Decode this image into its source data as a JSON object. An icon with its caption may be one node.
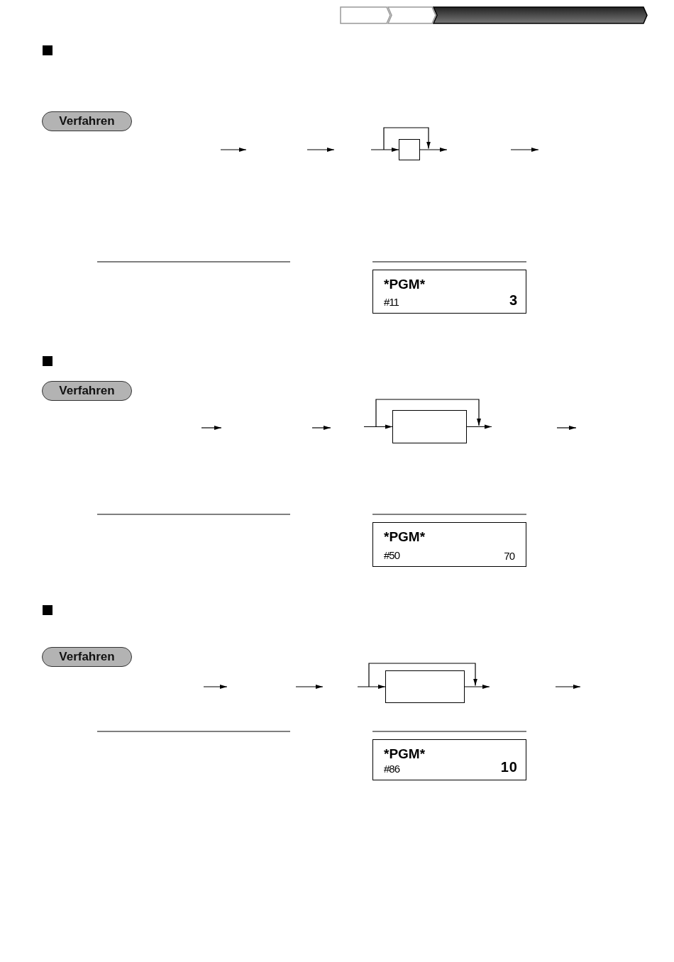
{
  "diagram": {
    "nodes": [
      {
        "text": [
          "Verfahren"
        ]
      },
      {
        "text": [],
        "shape": "box"
      },
      {
        "text": [
          "*PGM*",
          "#11",
          "3"
        ]
      },
      {
        "text": [
          "Verfahren"
        ]
      },
      {
        "text": [],
        "shape": "box"
      },
      {
        "text": [
          "*PGM*",
          "#50",
          "70"
        ]
      },
      {
        "text": [
          "Verfahren"
        ]
      },
      {
        "text": [],
        "shape": "box"
      },
      {
        "text": [
          "*PGM*",
          "#86",
          "10"
        ]
      }
    ],
    "edges": [
      {
        "from": null,
        "to": 1,
        "arrow": "to"
      },
      {
        "from": 1,
        "to": null,
        "arrow": "to"
      },
      {
        "from": null,
        "to": 4,
        "arrow": "to"
      },
      {
        "from": 4,
        "to": null,
        "arrow": "to"
      },
      {
        "from": null,
        "to": 7,
        "arrow": "to"
      },
      {
        "from": 7,
        "to": null,
        "arrow": "to"
      }
    ]
  }
}
